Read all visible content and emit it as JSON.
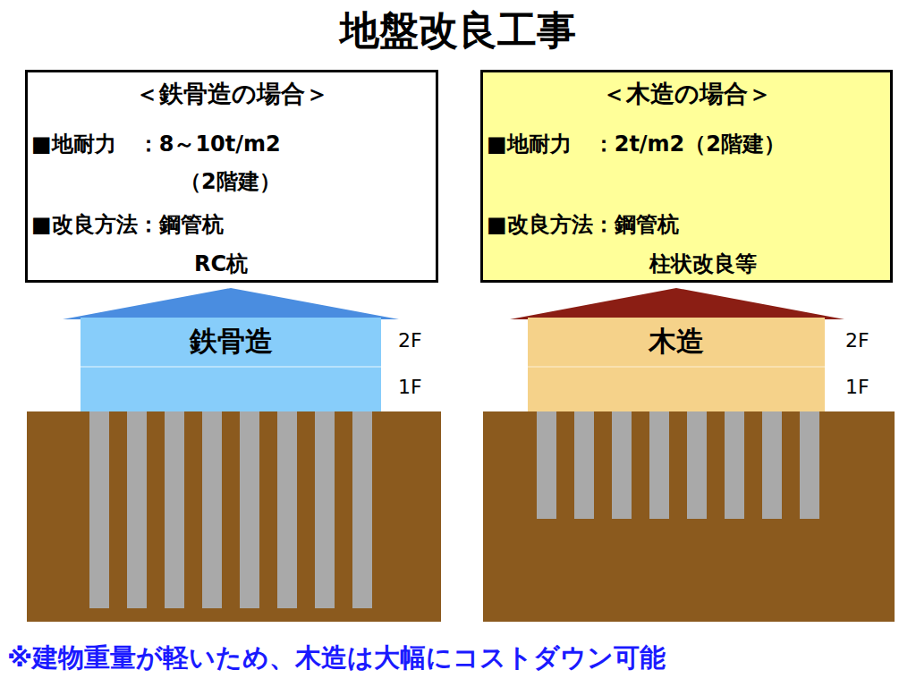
{
  "diagram": {
    "title": "地盤改良工事",
    "caption": "※建物重量が軽いため、木造は大幅にコストダウン可能",
    "nodes": [
      {
        "text": [
          "＜鉄骨造の場合＞",
          "■地耐力　：8～10t/m2",
          "（2階建）",
          "■改良方法：鋼管杭",
          "RC杭"
        ]
      },
      {
        "text": [
          "＜木造の場合＞",
          "■地耐力　：2t/m2（2階建）",
          "■改良方法：鋼管杭",
          "柱状改良等"
        ]
      },
      {
        "text": [
          "鉄骨造"
        ]
      },
      {
        "text": [
          "木造"
        ]
      }
    ],
    "labels": [
      "2F",
      "1F",
      "2F",
      "1F"
    ]
  }
}
